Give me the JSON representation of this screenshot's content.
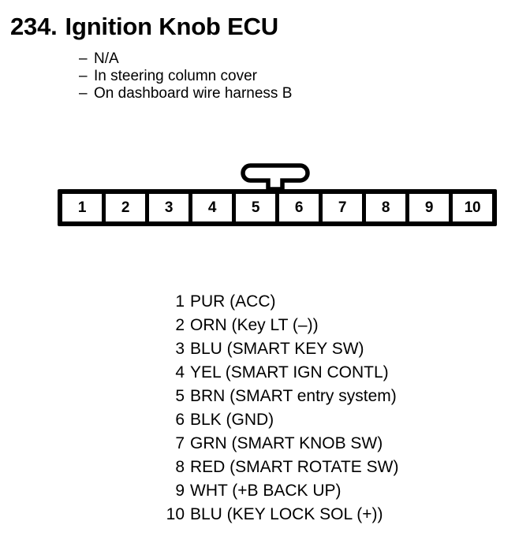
{
  "title": {
    "number": "234.",
    "name": "Ignition Knob ECU",
    "full": "234. Ignition Knob ECU"
  },
  "notes": {
    "dash": "–",
    "items": [
      "N/A",
      "In steering column cover",
      "On dashboard wire harness B"
    ]
  },
  "connector": {
    "pin_count": 10,
    "latch_position": "top-center",
    "cells": [
      "1",
      "2",
      "3",
      "4",
      "5",
      "6",
      "7",
      "8",
      "9",
      "10"
    ]
  },
  "pinout": {
    "rows": [
      {
        "pin": "1",
        "desc": "PUR (ACC)"
      },
      {
        "pin": "2",
        "desc": "ORN (Key LT (–))"
      },
      {
        "pin": "3",
        "desc": "BLU (SMART KEY SW)"
      },
      {
        "pin": "4",
        "desc": "YEL (SMART IGN CONTL)"
      },
      {
        "pin": "5",
        "desc": "BRN (SMART entry system)"
      },
      {
        "pin": "6",
        "desc": "BLK (GND)"
      },
      {
        "pin": "7",
        "desc": "GRN (SMART KNOB SW)"
      },
      {
        "pin": "8",
        "desc": "RED (SMART ROTATE SW)"
      },
      {
        "pin": "9",
        "desc": "WHT (+B BACK UP)"
      },
      {
        "pin": "10",
        "desc": "BLU (KEY LOCK SOL (+))"
      }
    ]
  },
  "colors": {
    "ink": "#000000",
    "paper": "#ffffff"
  }
}
